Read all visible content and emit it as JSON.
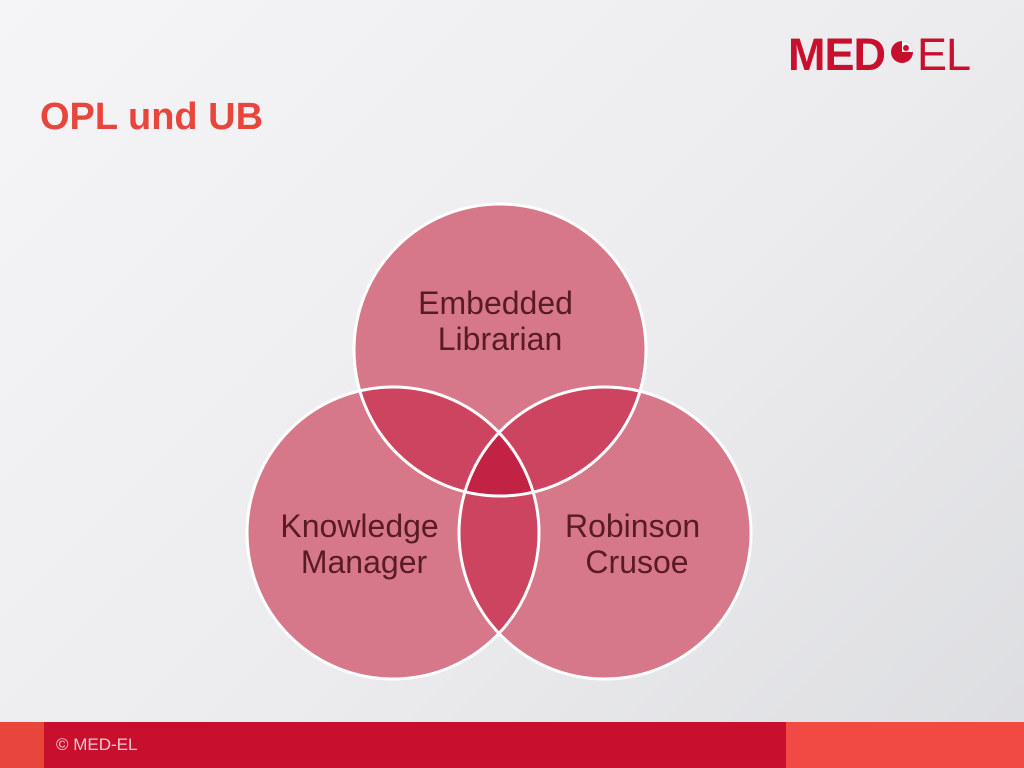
{
  "header": {
    "logo_text_left": "MED",
    "logo_text_right": "EL",
    "title": "OPL und UB"
  },
  "diagram": {
    "circles": [
      {
        "id": "top",
        "lines": [
          "Embedded",
          "Librarian"
        ]
      },
      {
        "id": "left",
        "lines": [
          "Knowledge",
          "Manager"
        ]
      },
      {
        "id": "right",
        "lines": [
          "Robinson",
          "Crusoe"
        ]
      }
    ],
    "colors": {
      "circle_fill": "#d6788a",
      "overlap_fill": "#cc4460",
      "center_fill": "#c22244",
      "stroke": "#ffffff"
    }
  },
  "footer": {
    "copyright": "© MED-EL"
  },
  "colors": {
    "brand_red": "#c8102e",
    "title_red": "#e8453c"
  }
}
